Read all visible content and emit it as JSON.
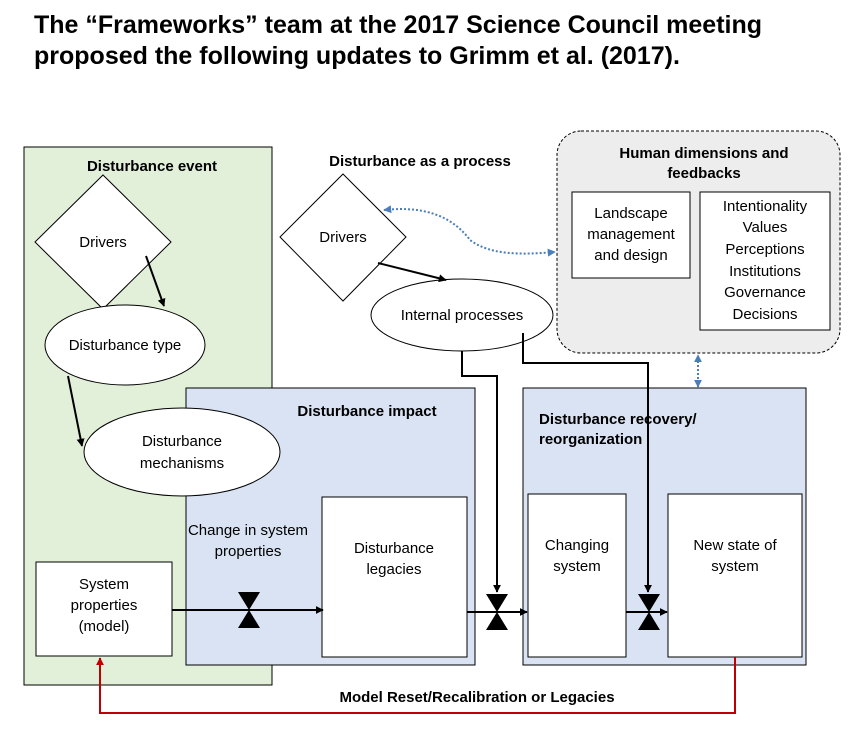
{
  "title": {
    "line1": "The “Frameworks” team at the 2017 Science Council meeting",
    "line2": "proposed the following updates to Grimm et al. (2017)."
  },
  "disturbance_event": {
    "heading": "Disturbance event",
    "drivers": "Drivers",
    "type": "Disturbance type",
    "mechanisms": [
      "Disturbance",
      "mechanisms"
    ],
    "system_properties": [
      "System",
      "properties",
      "(model)"
    ]
  },
  "process": {
    "heading": "Disturbance as a process",
    "drivers": "Drivers",
    "internal": "Internal processes"
  },
  "human": {
    "heading": [
      "Human dimensions and",
      "feedbacks"
    ],
    "landscape": [
      "Landscape",
      "management",
      "and design"
    ],
    "factors": [
      "Intentionality",
      "Values",
      "Perceptions",
      "Institutions",
      "Governance",
      "Decisions"
    ]
  },
  "impact": {
    "heading": "Disturbance impact",
    "change": [
      "Change in system",
      "properties"
    ],
    "legacies": [
      "Disturbance",
      "legacies"
    ]
  },
  "recovery": {
    "heading": [
      "Disturbance recovery/",
      "reorganization"
    ],
    "changing": [
      "Changing",
      "system"
    ],
    "new_state": [
      "New state of",
      "system"
    ]
  },
  "feedback_label": "Model Reset/Recalibration or Legacies",
  "colors": {
    "event_fill": "#e2efd9",
    "impact_fill": "#dae3f3",
    "human_fill": "#ededed",
    "feedback_line": "#c00000",
    "dotted_link": "#4a7ebb"
  }
}
